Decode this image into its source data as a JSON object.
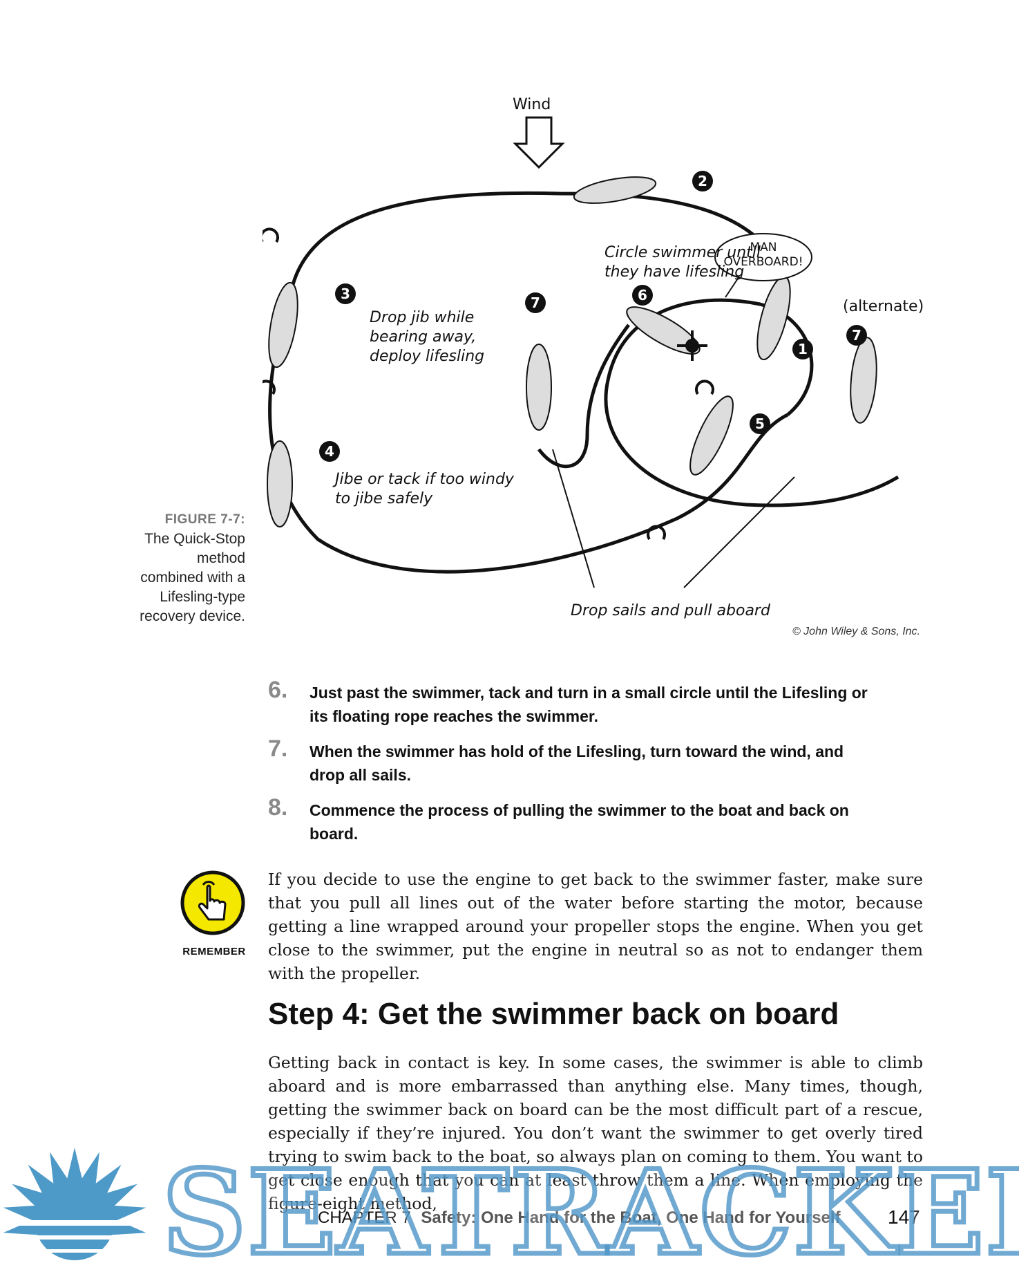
{
  "figure": {
    "wind_label": "Wind",
    "bubble_text_1": "MAN",
    "bubble_text_2": "OVERBOARD!",
    "alternate_label": "(alternate)",
    "circle_label_1": "Circle swimmer until",
    "circle_label_2": "they have lifesling",
    "drop_jib_1": "Drop jib while",
    "drop_jib_2": "bearing away,",
    "drop_jib_3": "deploy lifesling",
    "jibe_1": "Jibe or tack if too windy",
    "jibe_2": "to jibe safely",
    "drop_sails": "Drop sails and pull aboard",
    "badges": [
      "1",
      "2",
      "3",
      "4",
      "5",
      "6",
      "7",
      "7"
    ],
    "credit": "© John Wiley & Sons, Inc."
  },
  "caption": {
    "title": "FIGURE 7-7:",
    "line1": "The Quick-Stop",
    "line2": "method",
    "line3": "combined with a",
    "line4": "Lifesling-type",
    "line5": "recovery device."
  },
  "steps": [
    {
      "num": "6.",
      "text": "Just past the swimmer, tack and turn in a small circle until the Lifesling or its floating rope reaches the swimmer."
    },
    {
      "num": "7.",
      "text": "When the swimmer has hold of the Lifesling, turn toward the wind, and drop all sails."
    },
    {
      "num": "8.",
      "text": "Commence the process of pulling the swimmer to the boat and back on board."
    }
  ],
  "remember": {
    "label": "REMEMBER",
    "text": "If you decide to use the engine to get back to the swimmer faster, make sure that you pull all lines out of the water before starting the motor, because getting a line wrapped around your propeller stops the engine. When you get close to the swimmer, put the engine in neutral so as not to endanger them with the propeller."
  },
  "section": {
    "heading": "Step 4: Get the swimmer back on board",
    "paragraph": "Getting back in contact is key. In some cases, the swimmer is able to climb aboard and is more embarrassed than anything else. Many times, though, getting the swimmer back on board can be the most difficult part of a rescue, especially if they’re injured. You don’t want the swimmer to get overly tired trying to swim back to the boat, so always plan on coming to them. You want to get close enough that you can at least throw them a line. When employing the figure-eight method,"
  },
  "footer": {
    "chapter": "CHAPTER 7",
    "chapter_title": "Safety: One Hand for the Boat, One Hand for Yourself",
    "page": "147"
  },
  "watermark": {
    "text": "SEATRACKER.RU"
  },
  "colors": {
    "remember_yellow": "#f5e800",
    "watermark_blue": "#4d9ac8",
    "step_number_gray": "#8a8a8a"
  }
}
